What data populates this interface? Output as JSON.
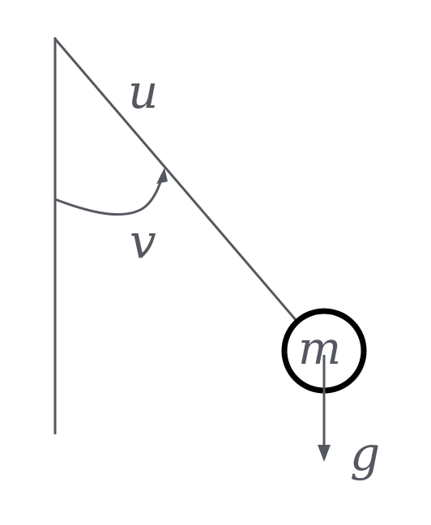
{
  "labels": {
    "rod": "u",
    "angle": "v",
    "mass": "m",
    "gravity": "g"
  },
  "colors": {
    "line": "#55595f",
    "bob_outline": "#000000",
    "text": "#55595f",
    "background": "#ffffff"
  },
  "icons": {
    "angle_arrow": "curved-arrow-icon",
    "gravity_arrow": "down-arrow-icon"
  }
}
